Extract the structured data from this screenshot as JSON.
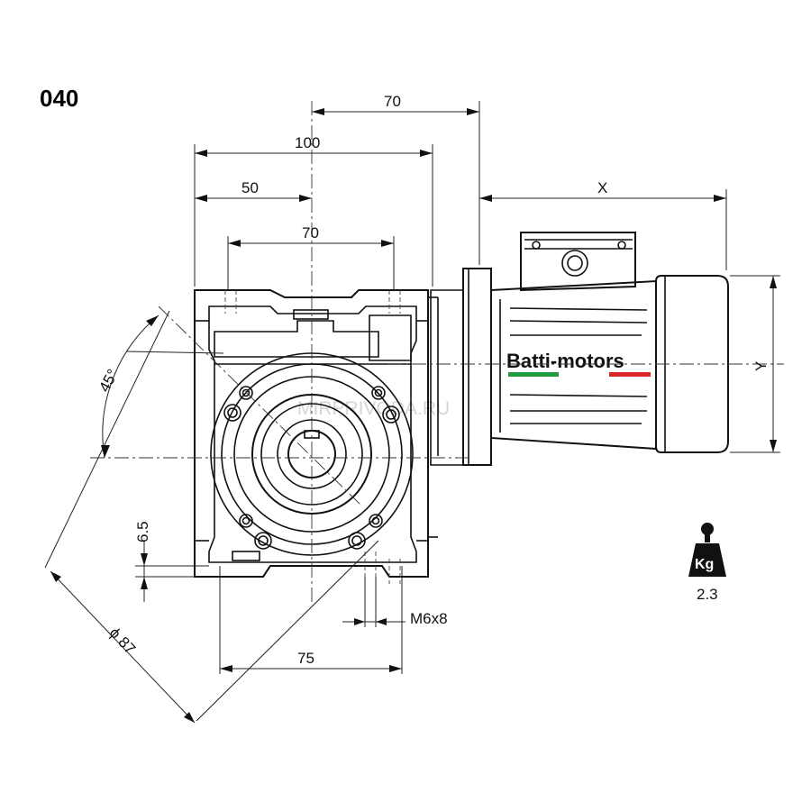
{
  "model_code": "040",
  "brand": {
    "name": "Batti-motors",
    "stripe_colors": {
      "green": "#1f9a3c",
      "red": "#d9262a"
    }
  },
  "watermark": "MIRPRIVODA.RU",
  "dimensions": {
    "top_70": "70",
    "top_100": "100",
    "left_50": "50",
    "flange_70": "70",
    "x_label": "X",
    "y_label": "Y",
    "angle": "45°",
    "diameter": "ϕ 87",
    "height_6_5": "6.5",
    "thread": "M6x8",
    "bottom_75": "75"
  },
  "weight": {
    "unit_label": "Kg",
    "value": "2.3",
    "icon": "weight-icon"
  }
}
